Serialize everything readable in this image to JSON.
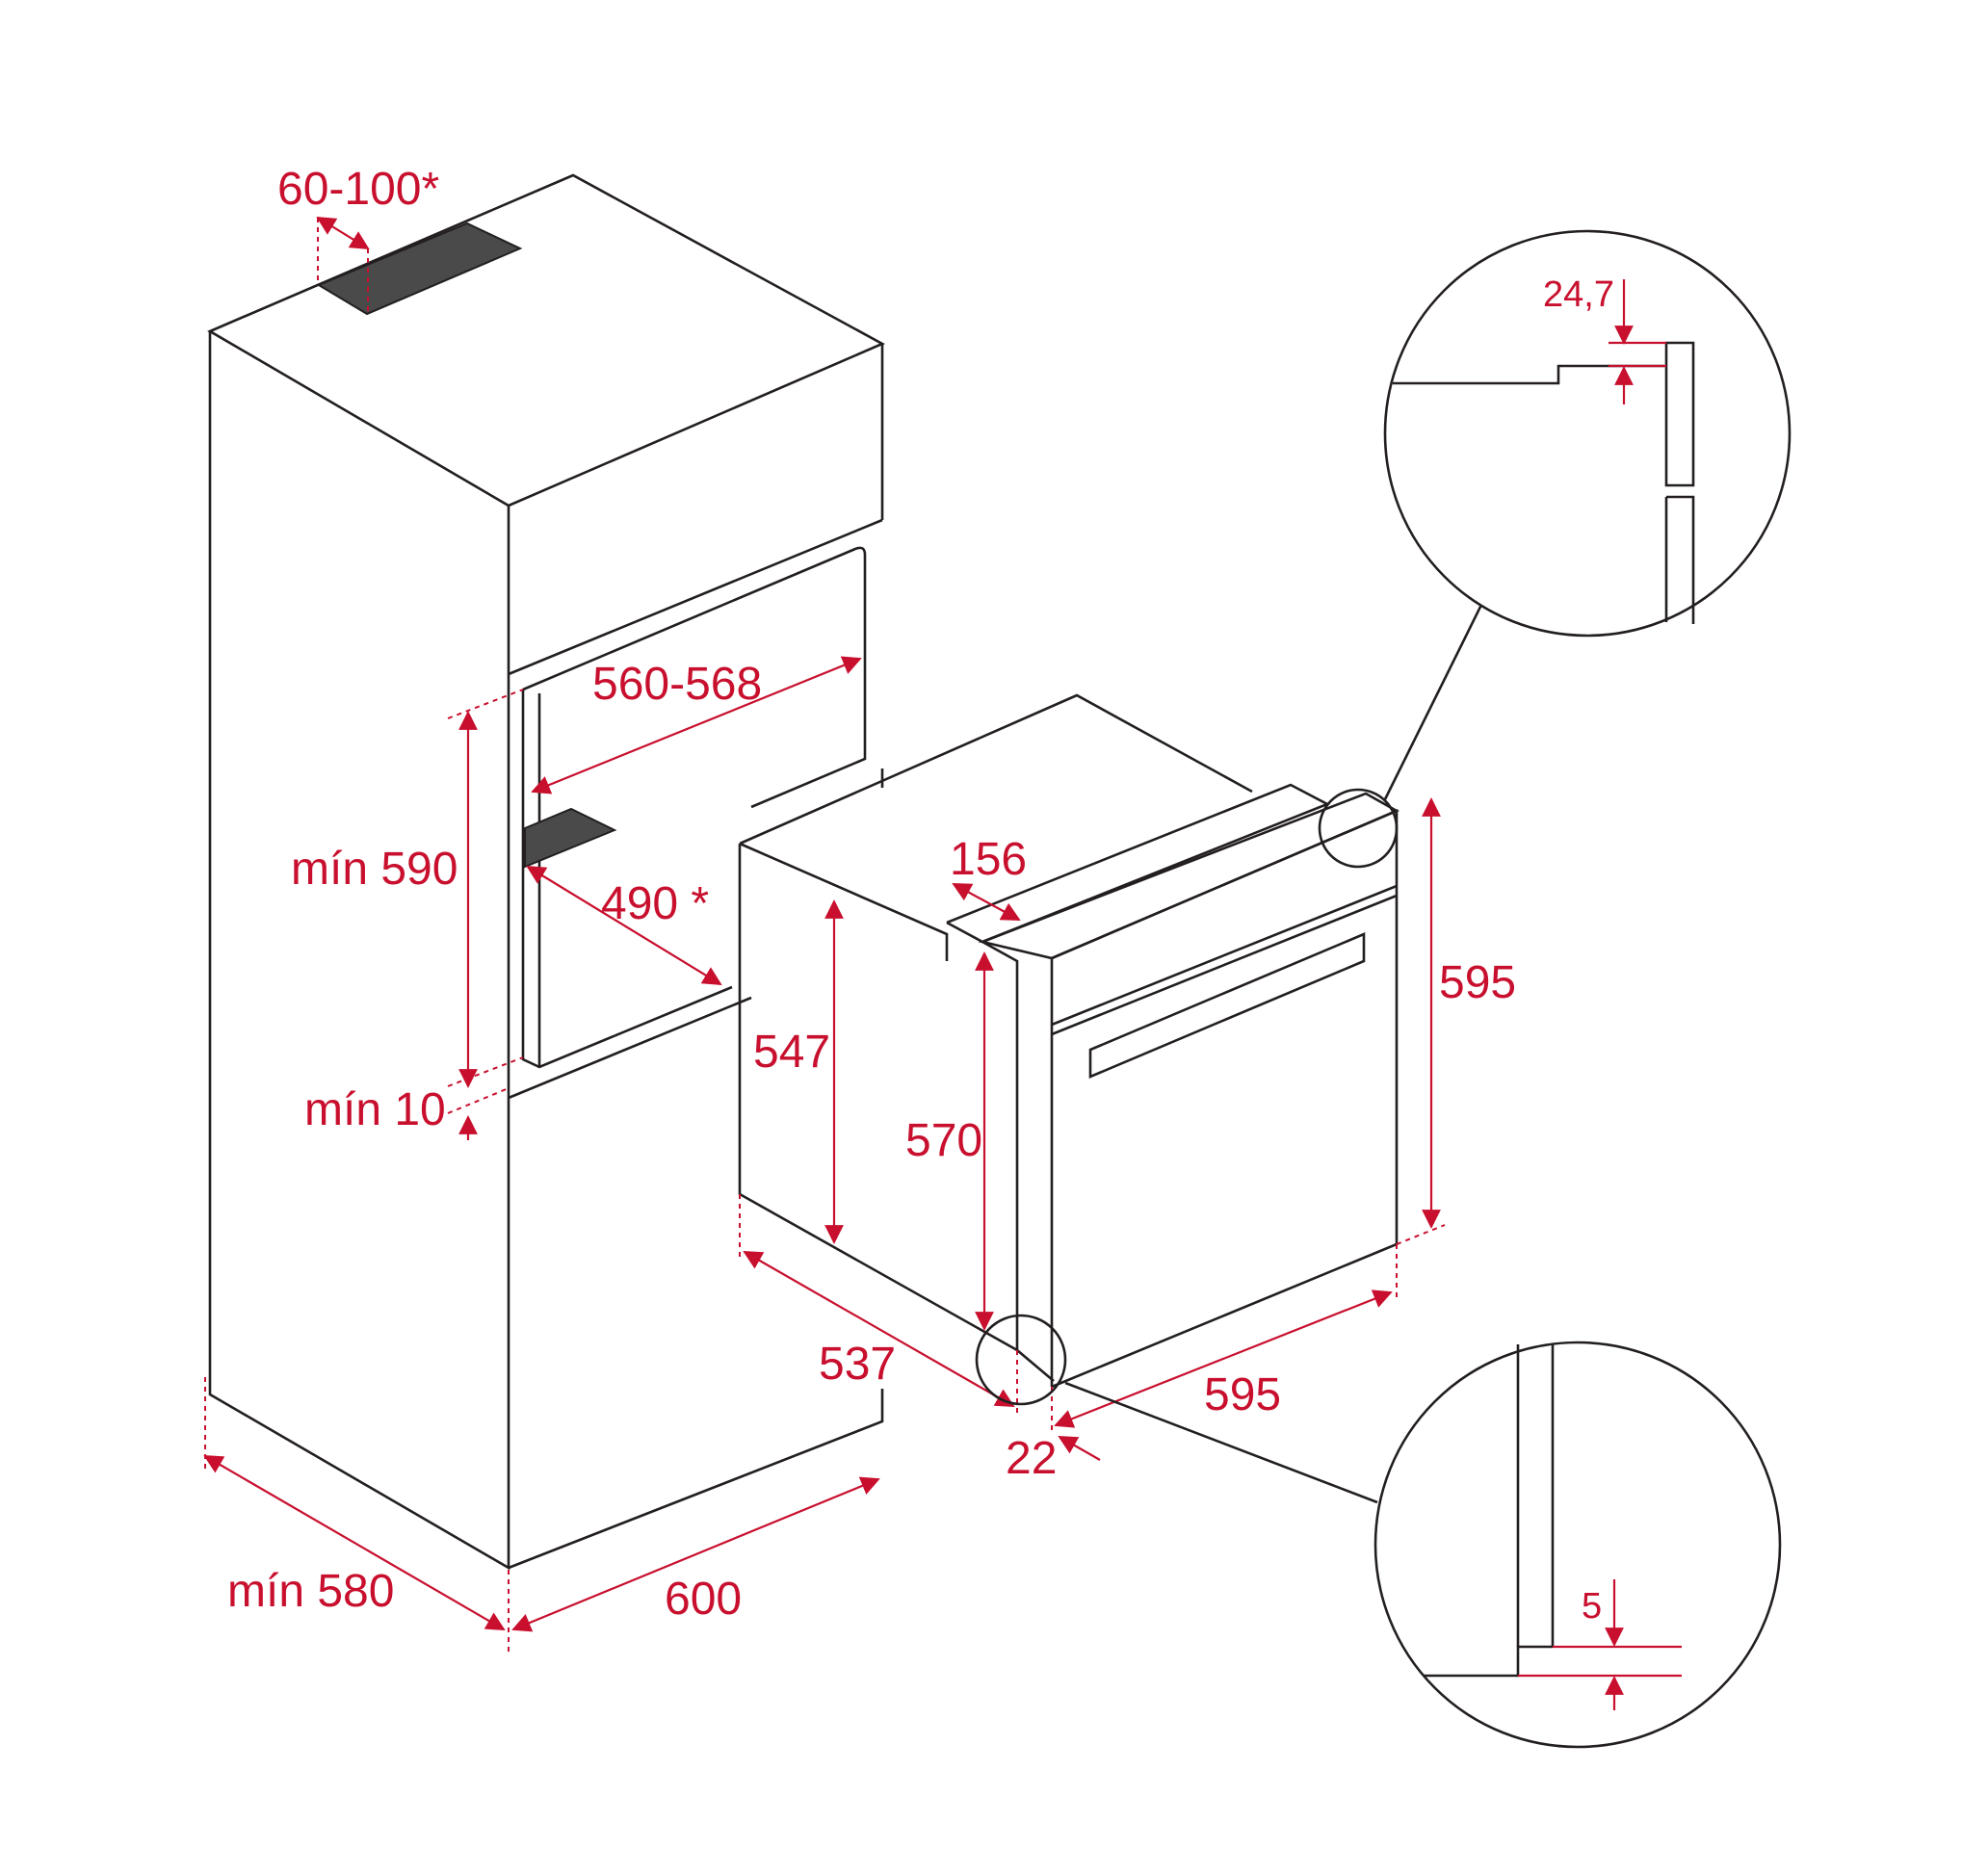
{
  "labels": {
    "vent_gap": "60-100*",
    "niche_width": "560-568",
    "niche_height": "mín 590",
    "niche_depth": "490 *",
    "bottom_gap": "mín 10",
    "cabinet_depth": "mín 580",
    "cabinet_width": "600",
    "oven_top_notch": "156",
    "oven_body_height": "547",
    "oven_inner_height": "570",
    "oven_front_height": "595",
    "oven_depth": "537",
    "oven_front_width": "595",
    "front_offset": "22",
    "detail_top": "24,7",
    "detail_bottom": "5"
  },
  "colors": {
    "line": "#231f20",
    "dimension": "#c8102e",
    "vent_fill": "#4a4a4a"
  }
}
